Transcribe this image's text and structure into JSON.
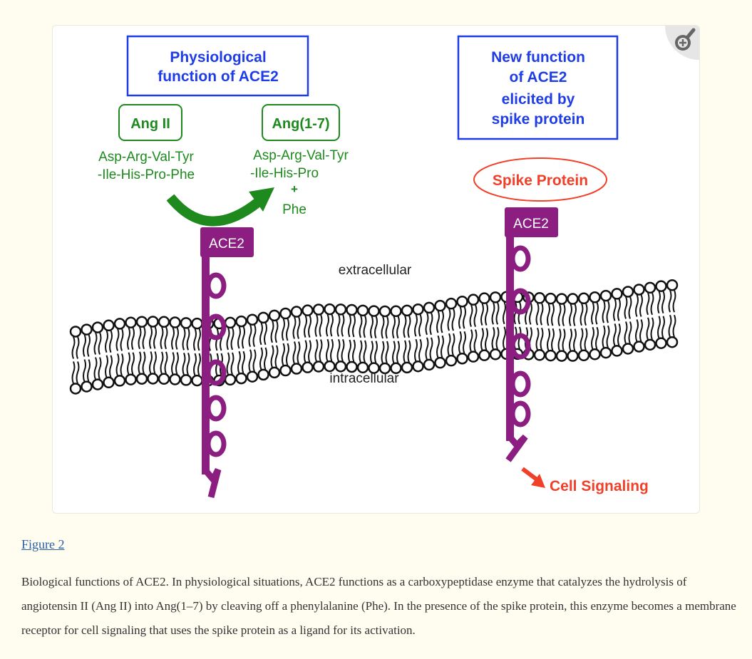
{
  "figure": {
    "zoom_icon": "zoom-in-magnifier-icon",
    "left_box_lines": [
      "Physiological",
      "function of ACE2"
    ],
    "right_box_lines": [
      "New function",
      "of ACE2",
      "elicited by",
      "spike protein"
    ],
    "ang2_label": "Ang II",
    "ang17_label": "Ang(1-7)",
    "ang2_seq": [
      "Asp-Arg-Val-Tyr",
      "-Ile-His-Pro-Phe"
    ],
    "ang17_seq": [
      "Asp-Arg-Val-Tyr",
      "-Ile-His-Pro",
      "+",
      "Phe"
    ],
    "ace2_label": "ACE2",
    "spike_label": "Spike Protein",
    "extracellular": "extracellular",
    "intracellular": "intracellular",
    "cell_signaling": "Cell Signaling",
    "colors": {
      "blue": "#1f3de6",
      "green": "#1e8a1e",
      "purple": "#8b1e80",
      "red": "#f0402a"
    }
  },
  "figure_link": "Figure 2",
  "caption": "Biological functions of ACE2. In physiological situations, ACE2 functions as a carboxypeptidase enzyme that catalyzes the hydrolysis of angiotensin II (Ang II) into Ang(1–7) by cleaving off a phenylalanine (Phe). In the presence of the spike protein, this enzyme becomes a membrane receptor for cell signaling that uses the spike protein as a ligand for its activation."
}
